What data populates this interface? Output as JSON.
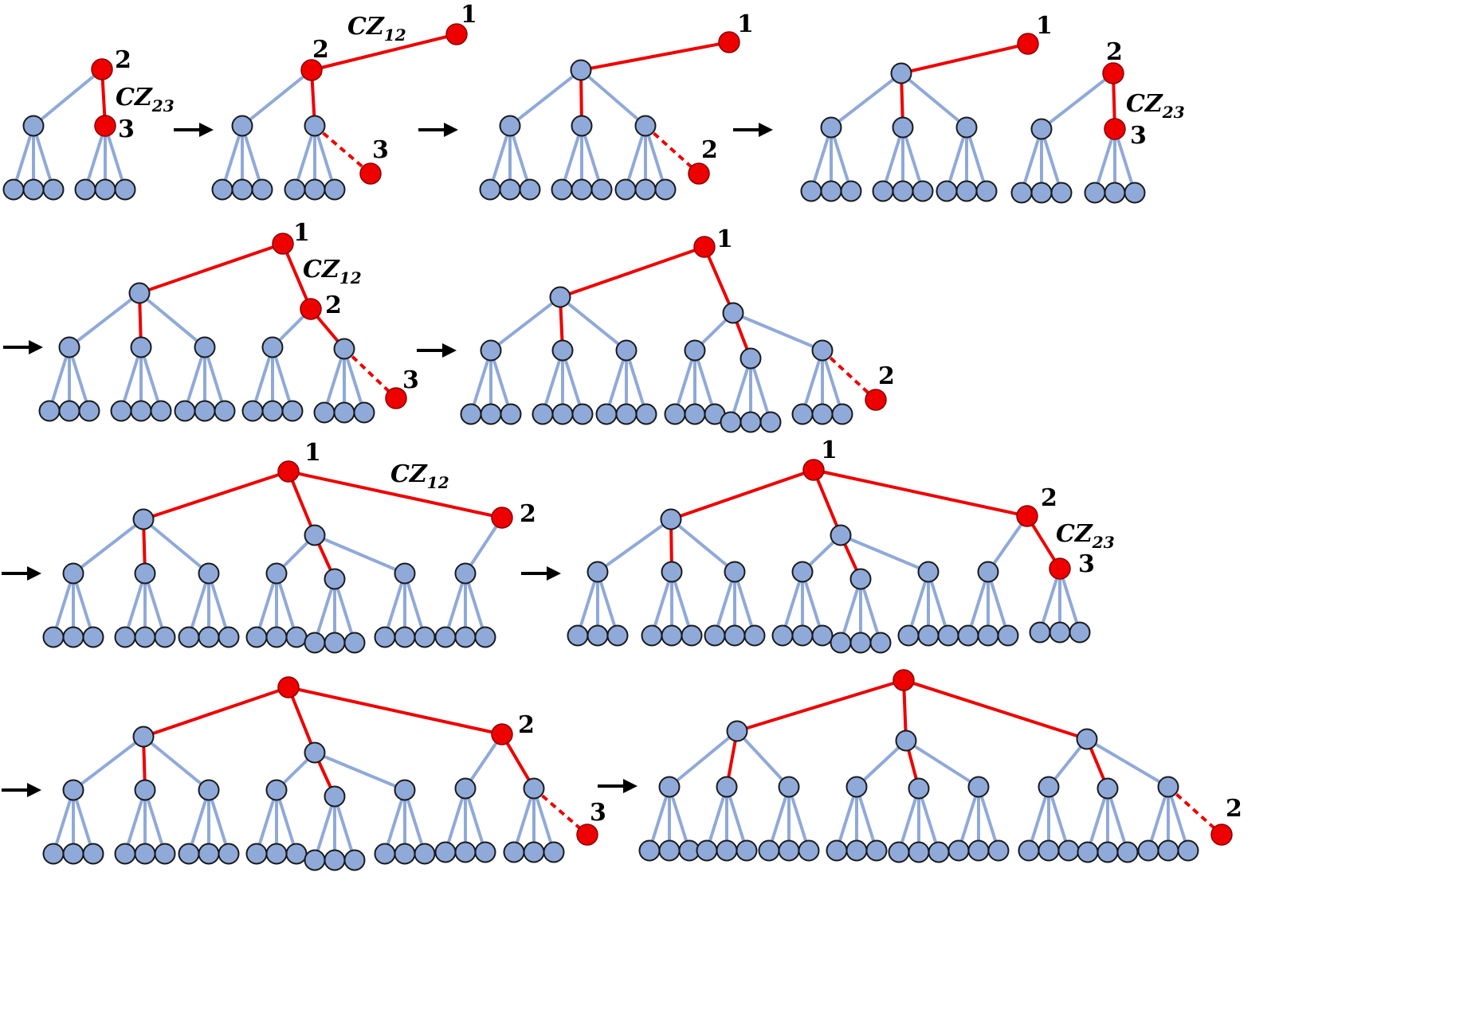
{
  "diagram": {
    "arrow_glyph": "→",
    "qubit_labels": {
      "q1": "1",
      "q2": "2",
      "q3": "3"
    },
    "gate_labels": {
      "cz12": "CZ12",
      "cz23": "CZ23"
    },
    "colors": {
      "blue_node": "#8FA9D9",
      "red_node": "#EE0000",
      "outline": "#1a1a1a",
      "arrow": "#000000"
    }
  }
}
